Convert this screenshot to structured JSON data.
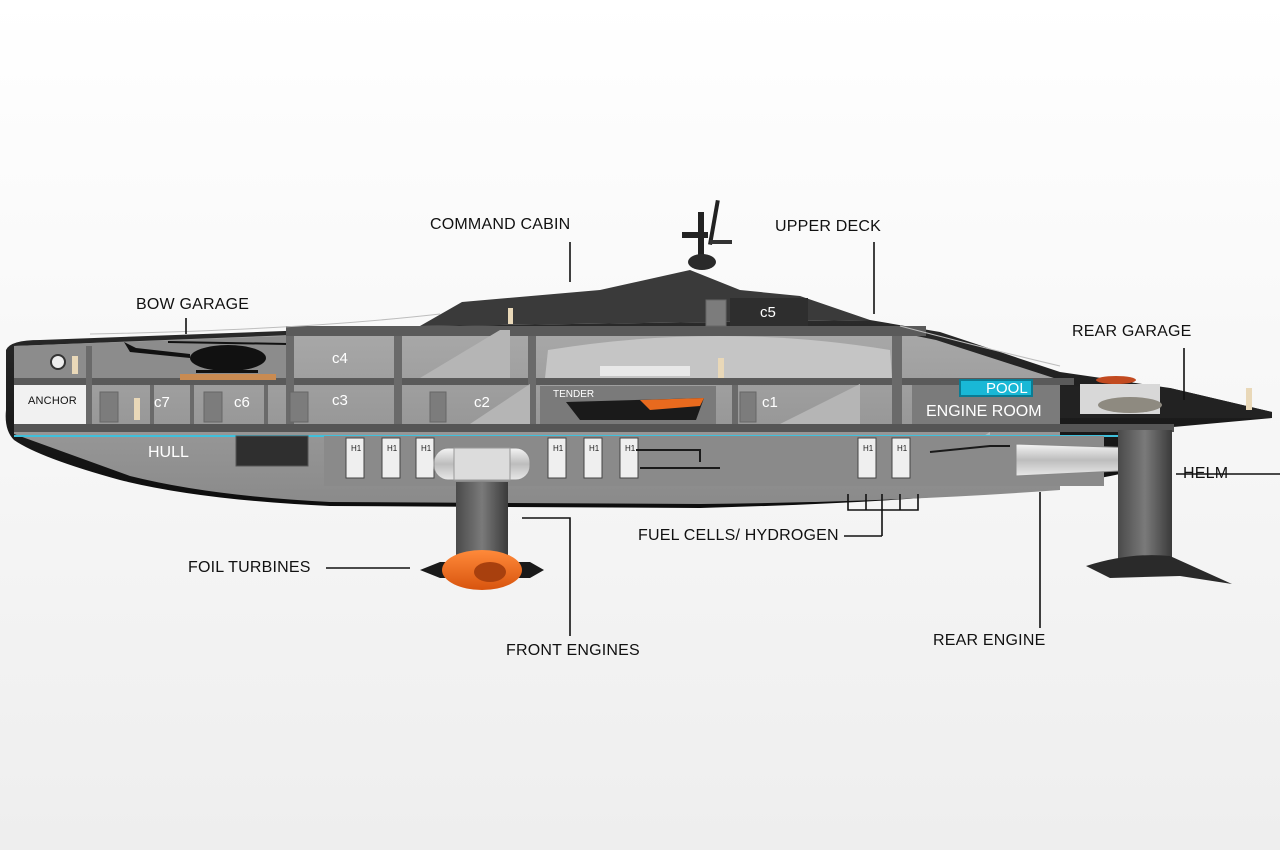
{
  "callouts": {
    "command_cabin": "COMMAND CABIN",
    "upper_deck": "UPPER DECK",
    "bow_garage": "BOW GARAGE",
    "rear_garage": "REAR GARAGE",
    "helm": "HELM",
    "fuel_cells": "FUEL CELLS/ HYDROGEN",
    "foil_turbines": "FOIL TURBINES",
    "front_engines": "FRONT ENGINES",
    "rear_engine": "REAR ENGINE"
  },
  "compartments": {
    "anchor": "ANCHOR",
    "hull": "HULL",
    "pool": "POOL",
    "engine_room": "ENGINE ROOM",
    "tender": "TENDER",
    "cabins": [
      "c1",
      "c2",
      "c3",
      "c4",
      "c5",
      "c6",
      "c7"
    ],
    "hydrogen_tank": "H1"
  },
  "colors": {
    "hull": "#1a1a1a",
    "deck": "#555555",
    "interior": "#9a9a9a",
    "pool": "#19b8d6",
    "turbine": "#f06a1a",
    "waterline": "#3fc0dc"
  }
}
